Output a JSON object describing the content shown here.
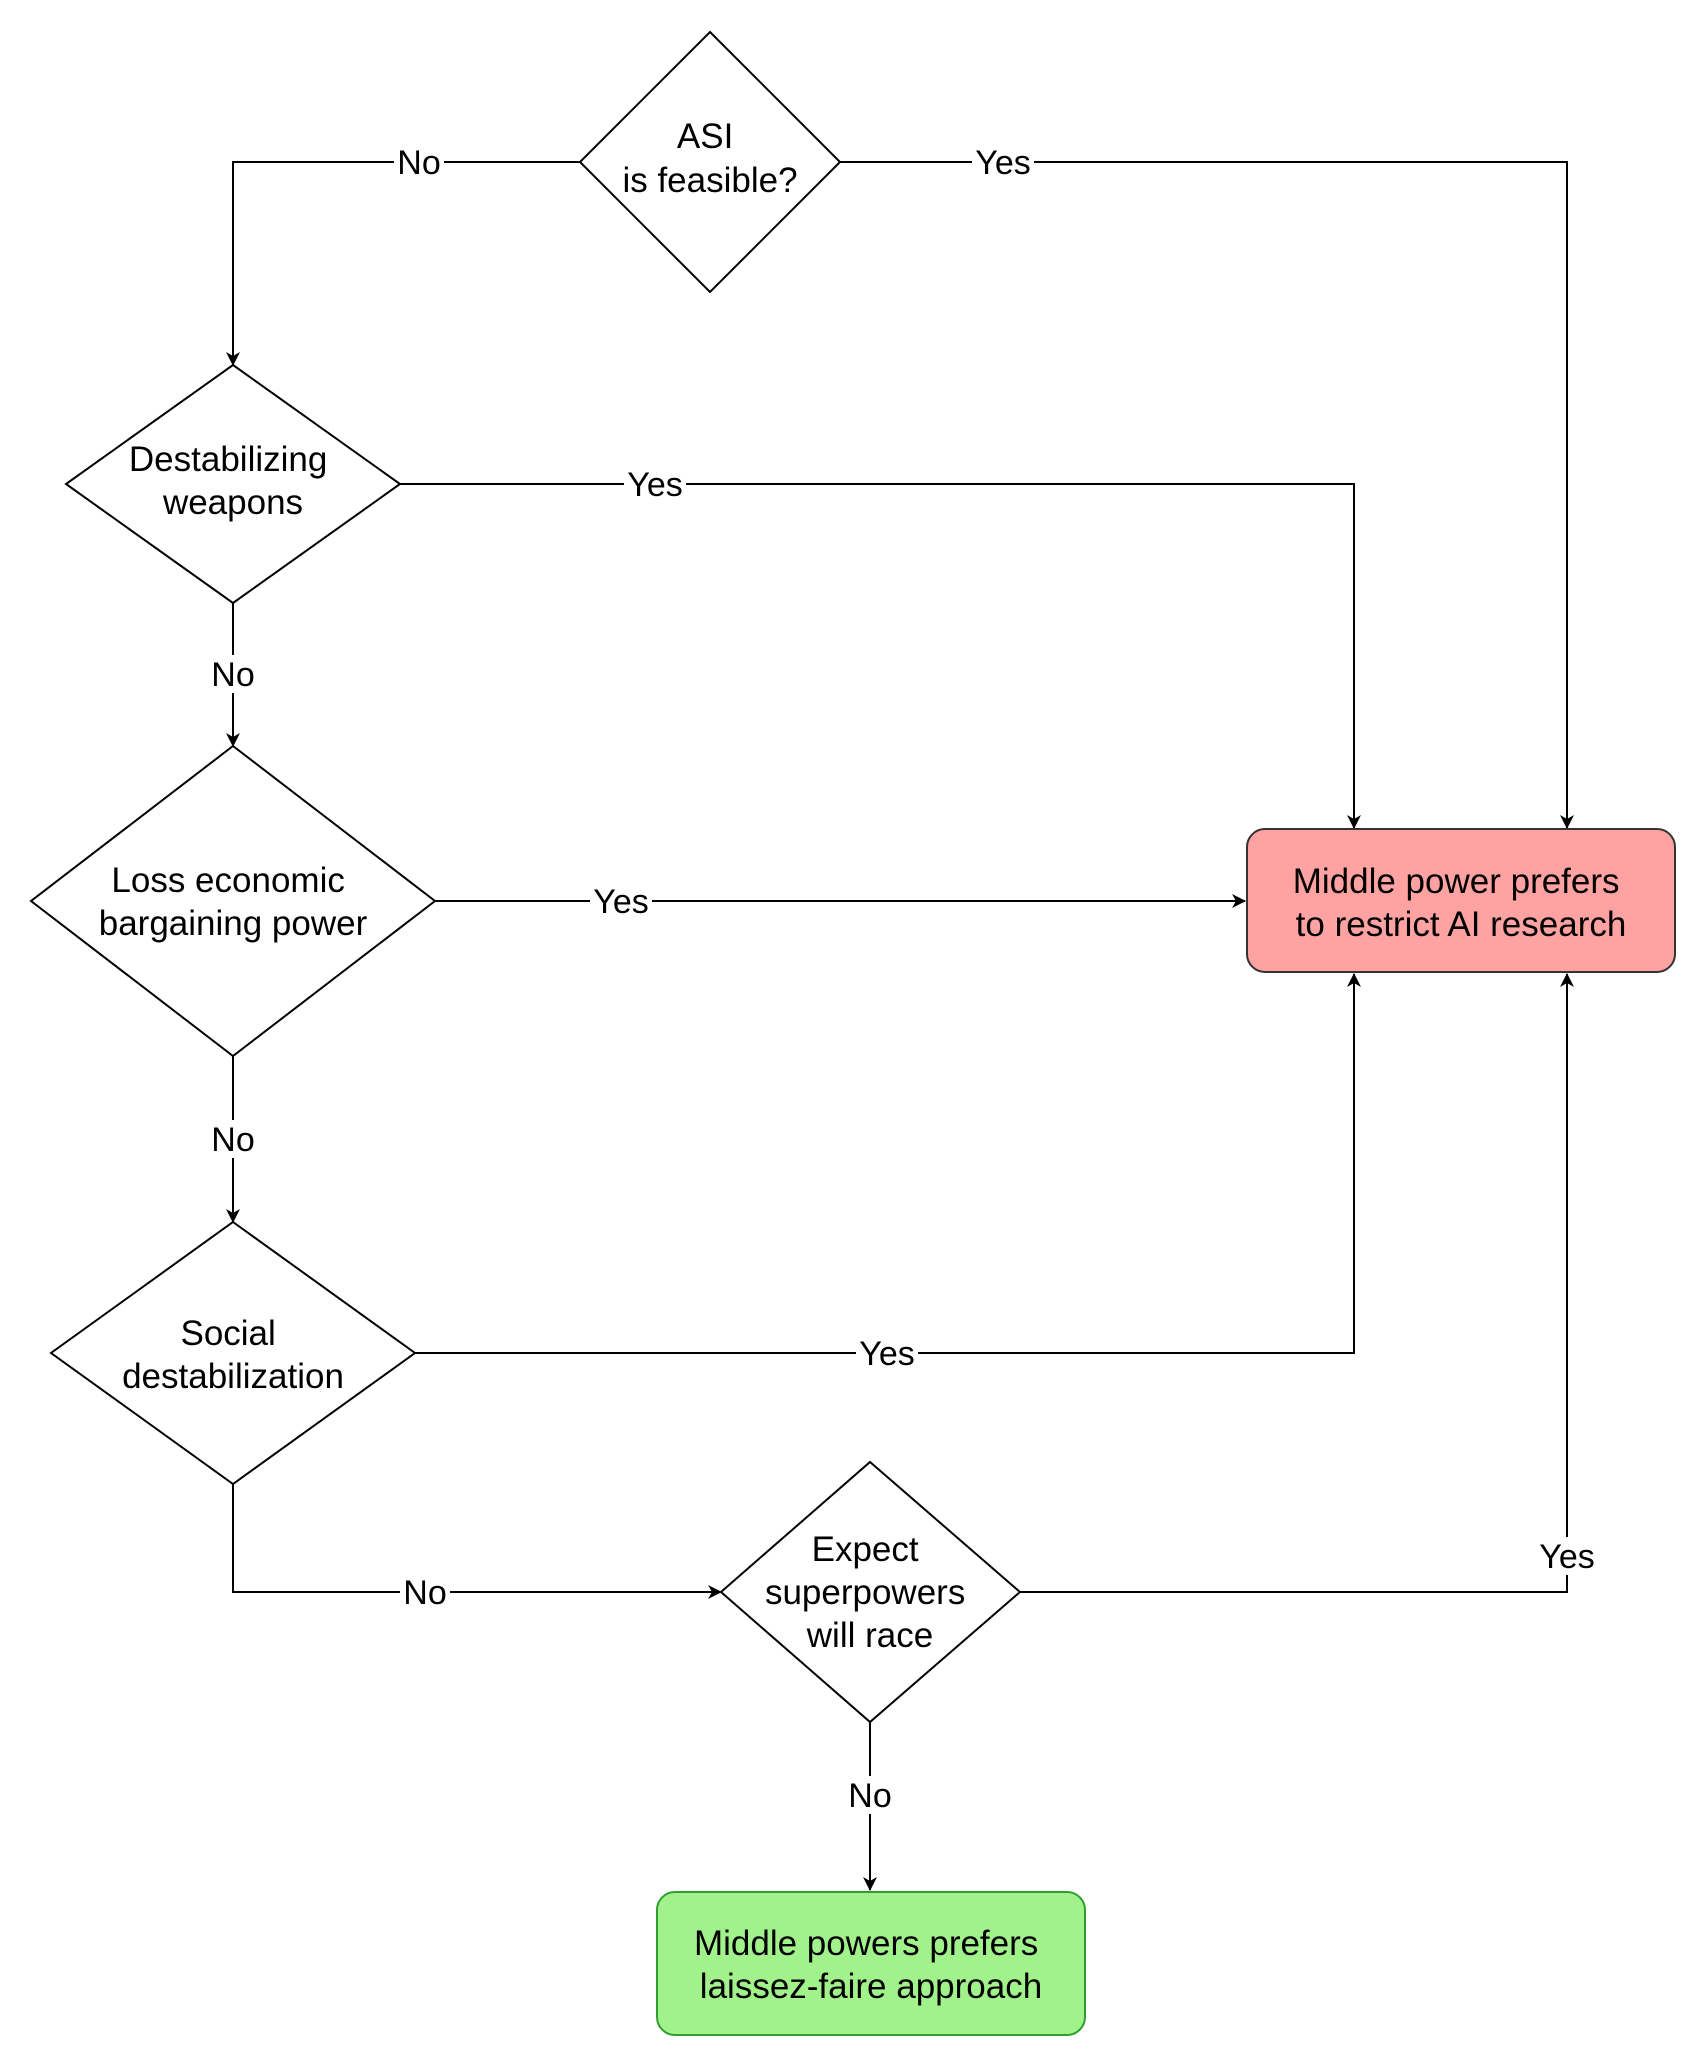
{
  "nodes": {
    "asi": {
      "lines": [
        "ASI",
        "is feasible?"
      ]
    },
    "weapons": {
      "lines": [
        "Destabilizing",
        "weapons"
      ]
    },
    "economic": {
      "lines": [
        "Loss economic",
        "bargaining power"
      ]
    },
    "social": {
      "lines": [
        "Social",
        "destabilization"
      ]
    },
    "race": {
      "lines": [
        "Expect",
        "superpowers",
        "will race"
      ]
    },
    "restrict": {
      "lines": [
        "Middle power prefers",
        "to restrict AI research"
      ]
    },
    "laissez": {
      "lines": [
        "Middle powers prefers",
        "laissez-faire approach"
      ]
    }
  },
  "edges": {
    "asi_no": "No",
    "asi_yes": "Yes",
    "weapons_yes": "Yes",
    "weapons_no": "No",
    "economic_yes": "Yes",
    "economic_no": "No",
    "social_yes": "Yes",
    "social_no": "No",
    "race_yes": "Yes",
    "race_no": "No"
  },
  "colors": {
    "restrict_fill": "#ffa2a2",
    "restrict_stroke": "#333333",
    "laissez_fill": "#a2f28c",
    "laissez_stroke": "#2f9e2f",
    "line": "#000000"
  }
}
